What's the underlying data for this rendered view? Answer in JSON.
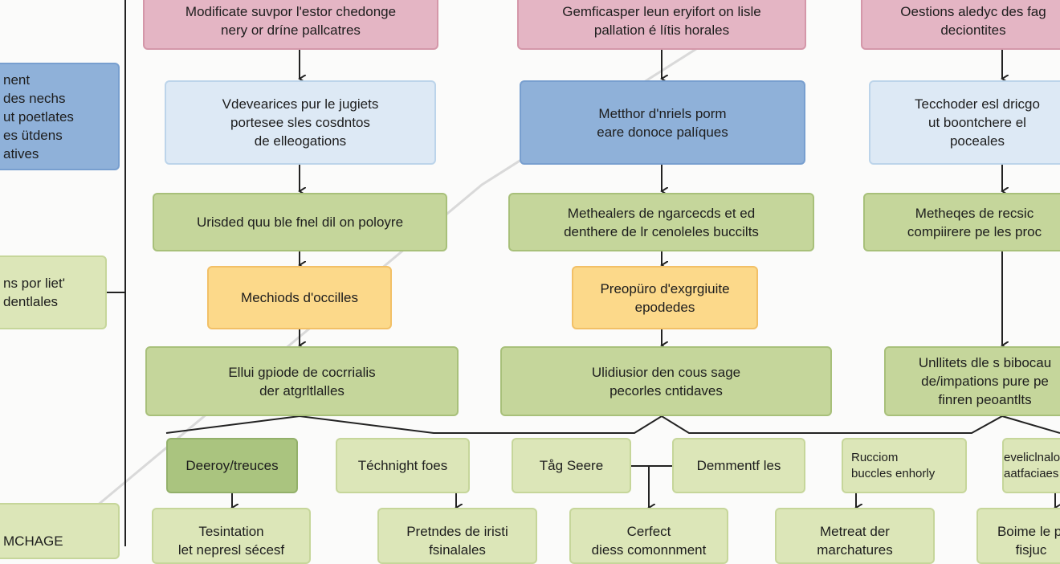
{
  "left": {
    "blue_box": "nent\ndes nechs\nut poetlates\nes ütdens\natives",
    "green_box": "ns por liet'\ndentlales",
    "bottom_box": "MCHAGE"
  },
  "columns": [
    {
      "top": "Modificate suvpor l'estor chedonge\nnery or dríne pallcatres",
      "second": "Vdevearices pur le jugiets\nportesee sles cosdntos\nde elleogations",
      "third": "Urisded quu ble fnel dil on poloyre",
      "fourth": "Mechiods d'occilles",
      "fifth": "Ellui gpiode de cocrrialis\nder atgrltlalles"
    },
    {
      "top": "Gemficasper leun eryifort on lisle\npallation é lítis horales",
      "second": "Metthor d'nriels porm\neare donoce palíques",
      "third": "Methealers de ngarcecds et ed\ndenthere de lr cenoleles buccilts",
      "fourth": "Preopüro d'exgrgiuite\nepodedes",
      "fifth": "Ulidiusior den cous sage\npecorles cntidaves"
    },
    {
      "top": "Oestions aledyc des fag\ndeciontites",
      "second": "Tecchoder esl dricgo\nut boontchere el\npoceales",
      "third": "Metheqes de recsic\ncompiirere pe les proc",
      "fifth": "Unllitets dle s bibocau\nde/impations pure pe\nfinren peoantlts"
    }
  ],
  "row": {
    "a": "Deeroy/treuces",
    "b": "Téchnight foes",
    "c": "Tåg Seere",
    "d": "Demmentf les",
    "e": "Rucciom\nbuccles enhorly",
    "f": "eveliclnalon\naatfaciaes pecio"
  },
  "bottom": {
    "a": "Tesintation\nlet nepresl sécesf",
    "b": "Pretndes de iristi\nfsinalales",
    "c": "Cerfect\ndiess comonnment",
    "d": "Metreat der\nmarchatures",
    "e": "Boime le pl\nfisjuc"
  }
}
